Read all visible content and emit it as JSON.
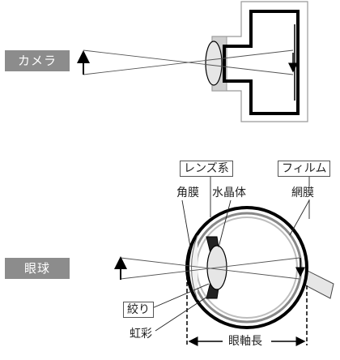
{
  "labels": {
    "camera": "カメラ",
    "eye": "眼球",
    "lens_system": "レンズ系",
    "film": "フィルム",
    "cornea": "角膜",
    "crystalline_lens": "水晶体",
    "retina": "網膜",
    "diaphragm": "絞り",
    "iris": "虹彩",
    "axial_length": "眼軸長"
  }
}
